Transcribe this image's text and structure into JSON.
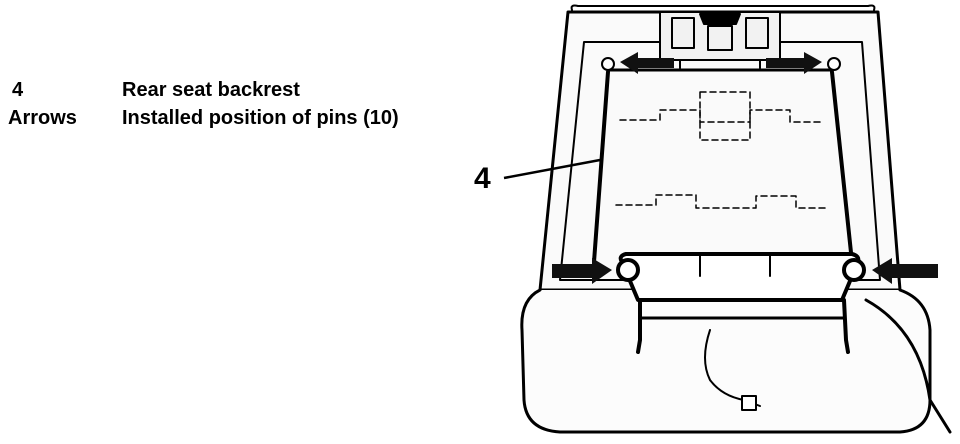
{
  "legend": [
    {
      "key": "4",
      "description": "Rear seat backrest"
    },
    {
      "key": "Arrows",
      "description": "Installed position of pins (10)"
    }
  ],
  "diagram": {
    "callout_label": "4",
    "colors": {
      "ink": "#000000",
      "arrow": "#111111",
      "background": "#ffffff"
    }
  }
}
